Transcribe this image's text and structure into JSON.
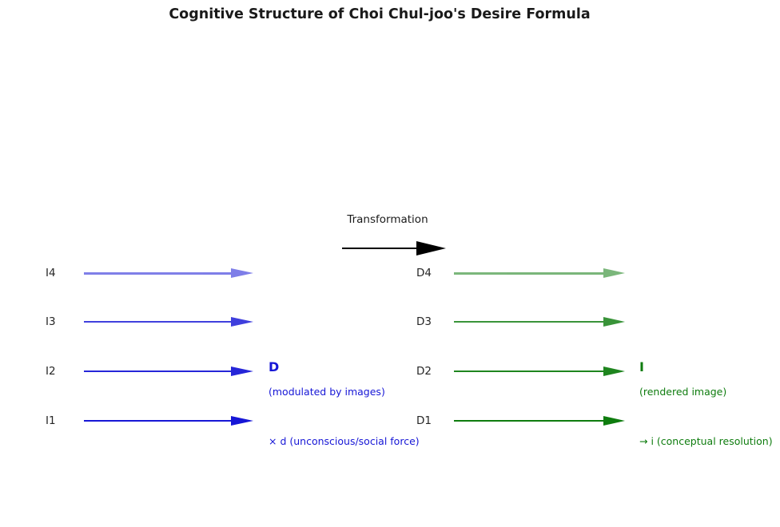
{
  "figure": {
    "title": "Cognitive Structure of Choi Chul-joo's Desire Formula"
  },
  "transformation": {
    "label": "Transformation"
  },
  "left_column": {
    "rows": [
      {
        "label": "I4"
      },
      {
        "label": "I3"
      },
      {
        "label": "I2"
      },
      {
        "label": "I1"
      }
    ],
    "symbol": "D",
    "caption": "(modulated by images)",
    "footnote": "× d (unconscious/social force)"
  },
  "right_column": {
    "rows": [
      {
        "label": "D4"
      },
      {
        "label": "D3"
      },
      {
        "label": "D2"
      },
      {
        "label": "D1"
      }
    ],
    "symbol": "I",
    "caption": "(rendered image)",
    "footnote": "→ i (conceptual resolution)"
  },
  "colors": {
    "image_arrow_blue": "#1616d6",
    "desire_arrow_green": "#0e7c0e",
    "transform_arrow_black": "#000000",
    "label_text": "#262626",
    "title_text": "#1a1a1a"
  }
}
